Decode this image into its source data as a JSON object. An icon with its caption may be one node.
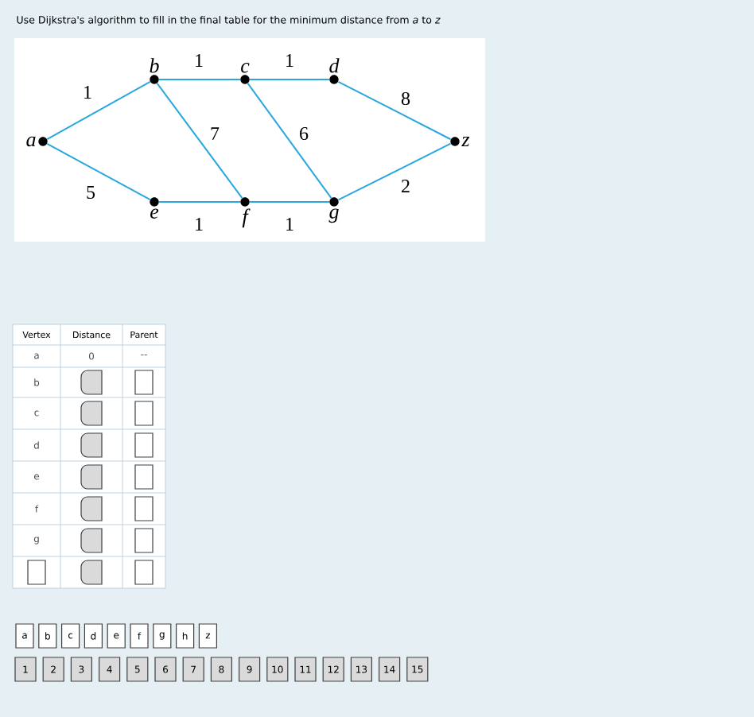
{
  "diagram": {
    "title": "Use Dijkstra's algorithm to fill in the final table for the minimum distance from *a* to *z*",
    "nodes": [
      {
        "text": [
          "a"
        ]
      },
      {
        "text": [
          "b"
        ]
      },
      {
        "text": [
          "c"
        ]
      },
      {
        "text": [
          "d"
        ]
      },
      {
        "text": [
          "z"
        ]
      },
      {
        "text": [
          "e"
        ]
      },
      {
        "text": [
          "f"
        ]
      },
      {
        "text": [
          "g"
        ]
      }
    ],
    "edges": [
      {
        "from": 0,
        "to": 1,
        "arrow": "none",
        "label": "1"
      },
      {
        "from": 0,
        "to": 5,
        "arrow": "none",
        "label": "5"
      },
      {
        "from": 1,
        "to": 2,
        "arrow": "none",
        "label": "1"
      },
      {
        "from": 2,
        "to": 3,
        "arrow": "none",
        "label": "1"
      },
      {
        "from": 1,
        "to": 6,
        "arrow": "none",
        "label": "7"
      },
      {
        "from": 2,
        "to": 7,
        "arrow": "none",
        "label": "6"
      },
      {
        "from": 3,
        "to": 4,
        "arrow": "none",
        "label": "8"
      },
      {
        "from": 5,
        "to": 6,
        "arrow": "none",
        "label": "1"
      },
      {
        "from": 6,
        "to": 7,
        "arrow": "none",
        "label": "1"
      },
      {
        "from": 7,
        "to": 4,
        "arrow": "none",
        "label": "2"
      }
    ],
    "labels": [
      "Vertex",
      "Distance",
      "Parent",
      "a",
      "0",
      "--",
      "b",
      "c",
      "d",
      "e",
      "f",
      "g",
      "a",
      "b",
      "c",
      "d",
      "e",
      "f",
      "g",
      "h",
      "z",
      "1",
      "2",
      "3",
      "4",
      "5",
      "6",
      "7",
      "8",
      "9",
      "10",
      "11",
      "12",
      "13",
      "14",
      "15"
    ]
  }
}
